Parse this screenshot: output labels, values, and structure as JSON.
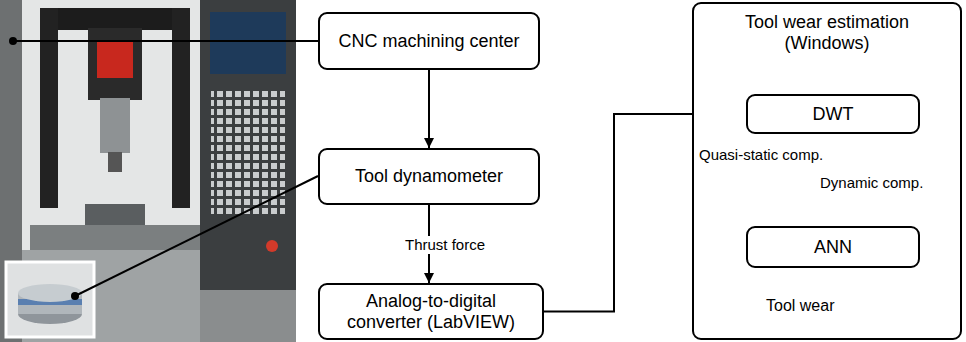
{
  "diagram": {
    "nodes": [
      {
        "text": [
          "CNC machining center"
        ]
      },
      {
        "text": [
          "Tool dynamometer"
        ]
      },
      {
        "text": [
          "Analog-to-digital converter (LabVIEW)"
        ]
      },
      {
        "text": [
          "Tool wear estimation (Windows)"
        ]
      },
      {
        "text": [
          "DWT"
        ],
        "in": 3
      },
      {
        "text": [
          "ANN"
        ],
        "in": 3
      }
    ],
    "edges": [
      {
        "from": 0,
        "to": 1,
        "arrow": "to"
      },
      {
        "from": 1,
        "to": 2,
        "label": "Thrust force",
        "arrow": "to"
      },
      {
        "from": 2,
        "to": 4,
        "arrow": "to"
      },
      {
        "from": 4,
        "to": 5,
        "label": "Quasi-static comp.",
        "arrow": "to"
      },
      {
        "from": 4,
        "to": 5,
        "label": "Dynamic comp.",
        "arrow": "to"
      }
    ],
    "labels": [
      "Tool wear"
    ]
  }
}
